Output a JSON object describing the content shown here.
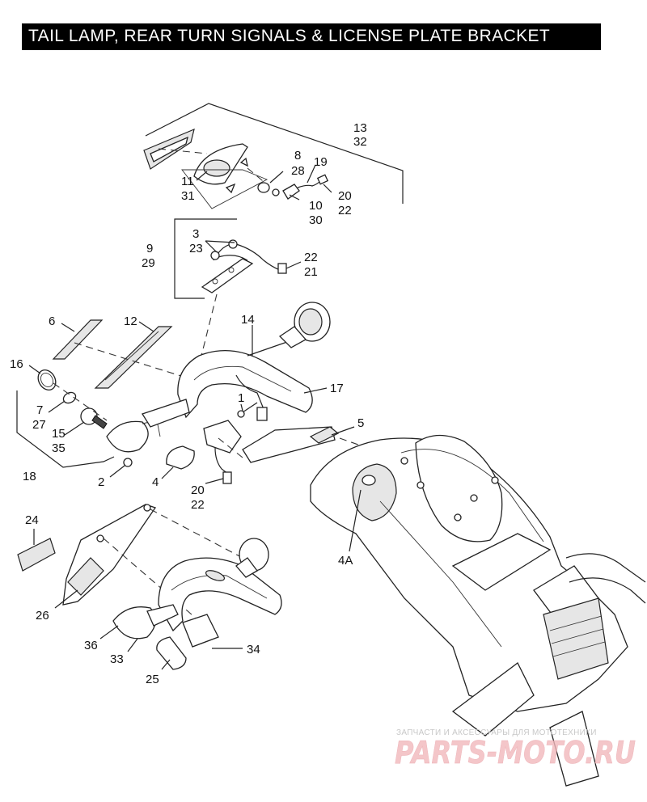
{
  "title": "TAIL LAMP, REAR TURN SIGNALS & LICENSE PLATE BRACKET",
  "callouts": [
    {
      "id": "c13",
      "text": "13"
    },
    {
      "id": "c32",
      "text": "32"
    },
    {
      "id": "c8",
      "text": "8"
    },
    {
      "id": "c28",
      "text": "28"
    },
    {
      "id": "c19",
      "text": "19"
    },
    {
      "id": "c11",
      "text": "11"
    },
    {
      "id": "c31",
      "text": "31"
    },
    {
      "id": "c20a",
      "text": "20"
    },
    {
      "id": "c22a",
      "text": "22"
    },
    {
      "id": "c10",
      "text": "10"
    },
    {
      "id": "c30",
      "text": "30"
    },
    {
      "id": "c3",
      "text": "3"
    },
    {
      "id": "c23",
      "text": "23"
    },
    {
      "id": "c9",
      "text": "9"
    },
    {
      "id": "c29",
      "text": "29"
    },
    {
      "id": "c22b",
      "text": "22"
    },
    {
      "id": "c21",
      "text": "21"
    },
    {
      "id": "c6",
      "text": "6"
    },
    {
      "id": "c12",
      "text": "12"
    },
    {
      "id": "c14",
      "text": "14"
    },
    {
      "id": "c16",
      "text": "16"
    },
    {
      "id": "c17",
      "text": "17"
    },
    {
      "id": "c1",
      "text": "1"
    },
    {
      "id": "c7",
      "text": "7"
    },
    {
      "id": "c27",
      "text": "27"
    },
    {
      "id": "c15",
      "text": "15"
    },
    {
      "id": "c35",
      "text": "35"
    },
    {
      "id": "c5",
      "text": "5"
    },
    {
      "id": "c18",
      "text": "18"
    },
    {
      "id": "c2",
      "text": "2"
    },
    {
      "id": "c4",
      "text": "4"
    },
    {
      "id": "c20b",
      "text": "20"
    },
    {
      "id": "c22c",
      "text": "22"
    },
    {
      "id": "c4A",
      "text": "4A"
    },
    {
      "id": "c24",
      "text": "24"
    },
    {
      "id": "c26",
      "text": "26"
    },
    {
      "id": "c36",
      "text": "36"
    },
    {
      "id": "c33",
      "text": "33"
    },
    {
      "id": "c34",
      "text": "34"
    },
    {
      "id": "c25",
      "text": "25"
    }
  ],
  "watermark": {
    "top_text": "ЗАПЧАСТИ И АКСЕССУАРЫ ДЛЯ МОТОТЕХНИКИ",
    "brand_text": "PARTS-MOTO.RU"
  },
  "colors": {
    "title_bg": "#000000",
    "title_fg": "#ffffff",
    "line": "#222222",
    "watermark": "#f2b8bc"
  }
}
